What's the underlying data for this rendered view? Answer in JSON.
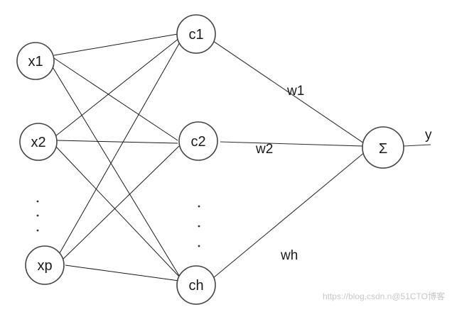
{
  "nodes": {
    "x1": "x1",
    "x2": "x2",
    "xp": "xp",
    "c1": "c1",
    "c2": "c2",
    "ch": "ch",
    "sum": "Σ"
  },
  "weights": {
    "w1": "w1",
    "w2": "w2",
    "wh": "wh"
  },
  "output": "y",
  "watermark": "https://blog.csdn.n@51CTO博客"
}
